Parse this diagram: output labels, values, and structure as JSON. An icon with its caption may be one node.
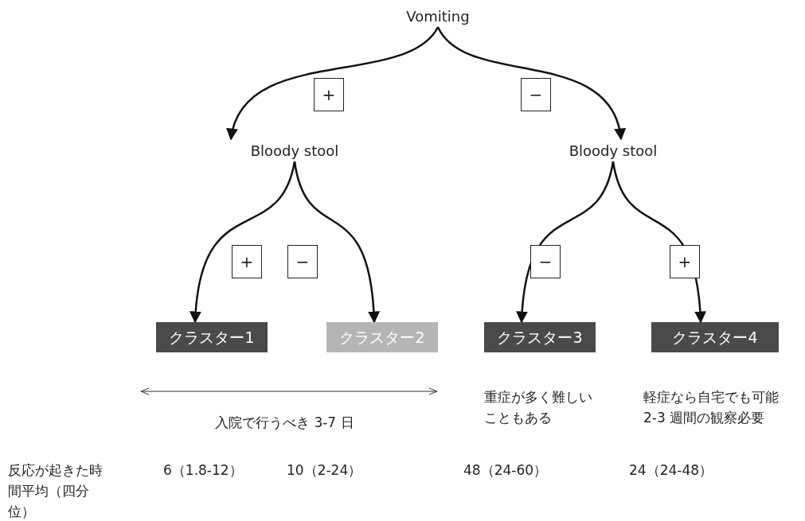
{
  "diagram": {
    "nodes": [
      {
        "text": [
          "Vomiting"
        ]
      },
      {
        "text": [
          "Bloody stool"
        ]
      },
      {
        "text": [
          "Bloody stool"
        ]
      },
      {
        "text": [
          "クラスター1"
        ]
      },
      {
        "text": [
          "クラスター2"
        ]
      },
      {
        "text": [
          "クラスター3"
        ]
      },
      {
        "text": [
          "クラスター4"
        ]
      }
    ],
    "edges": [
      {
        "from": 0,
        "to": 1,
        "arrow": "to",
        "label": "+"
      },
      {
        "from": 0,
        "to": 2,
        "arrow": "to",
        "label": "−"
      },
      {
        "from": 1,
        "to": 3,
        "arrow": "to",
        "label": "+"
      },
      {
        "from": 1,
        "to": 4,
        "arrow": "to",
        "label": "−"
      },
      {
        "from": 2,
        "to": 5,
        "arrow": "to",
        "label": "−"
      },
      {
        "from": 2,
        "to": 6,
        "arrow": "to",
        "label": "+"
      }
    ],
    "labels": [
      "入院で行うべき 3-7 日",
      "重症が多く難しいこともある",
      "軽症なら自宅でも可能 2-3 週間の観察必要",
      "反応が起きた時間平均（四分位）",
      "6（1.8-12）",
      "10（2-24）",
      "48（24-60）",
      "24（24-48）"
    ]
  }
}
